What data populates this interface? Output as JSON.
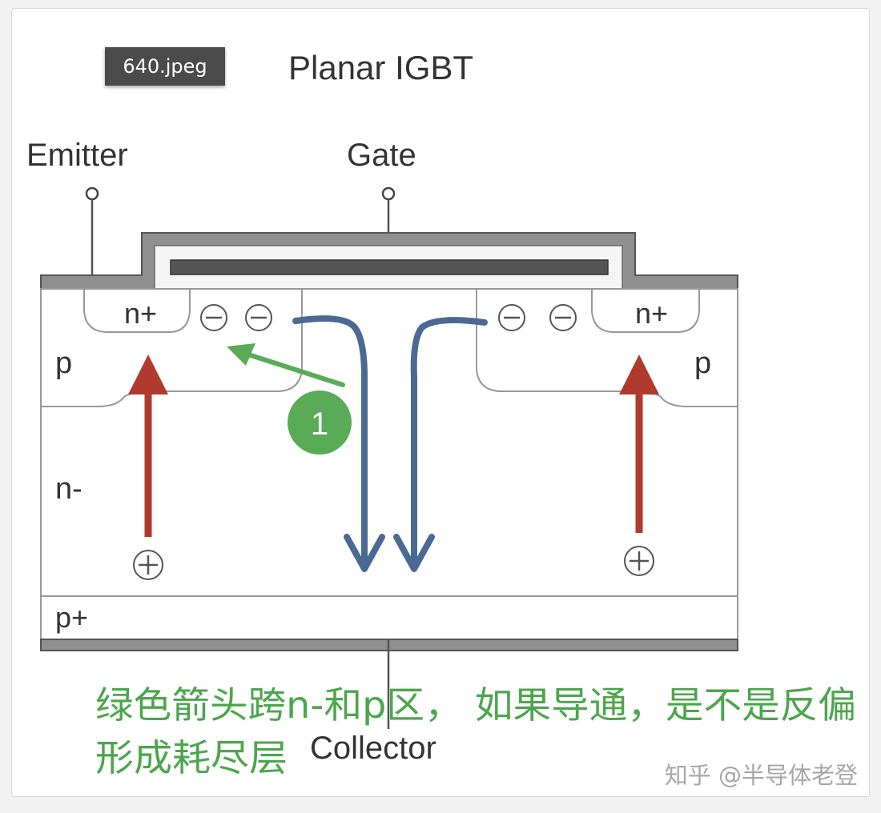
{
  "file_tag": "640.jpeg",
  "title": "Planar IGBT",
  "terminals": {
    "emitter": "Emitter",
    "gate": "Gate",
    "collector": "Collector"
  },
  "regions": {
    "n_plus_left": "n+",
    "n_plus_right": "n+",
    "p_left": "p",
    "p_right": "p",
    "n_minus": "n-",
    "p_plus": "p+"
  },
  "callout": {
    "number": "1"
  },
  "annotation": {
    "line1": "绿色箭头跨n-和p区，  如果导通，是不是反偏",
    "line2": "形成耗尽层"
  },
  "watermark": "知乎 @半导体老登",
  "colors": {
    "hole_arrow": "#b03a2e",
    "electron_flow": "#4a6a94",
    "callout_green": "#5aab57",
    "annotation_green": "#4ca64c"
  }
}
